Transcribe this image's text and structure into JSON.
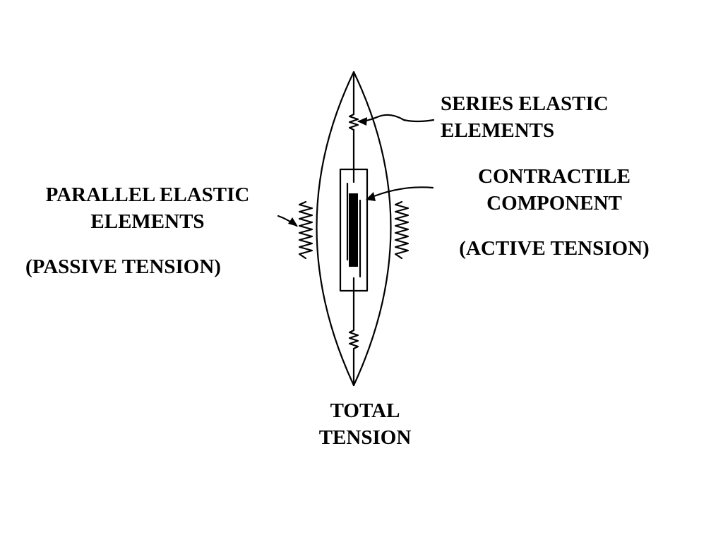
{
  "labels": {
    "series_elastic": {
      "line1": "SERIES ELASTIC",
      "line2": "ELEMENTS"
    },
    "contractile": {
      "line1": "CONTRACTILE",
      "line2": "COMPONENT",
      "sub": "(ACTIVE TENSION)"
    },
    "parallel_elastic": {
      "line1": "PARALLEL ELASTIC",
      "line2": "ELEMENTS",
      "sub": "(PASSIVE TENSION)"
    },
    "total_tension": {
      "line1": "TOTAL",
      "line2": "TENSION"
    }
  },
  "colors": {
    "ink": "#000000",
    "background": "#ffffff"
  }
}
